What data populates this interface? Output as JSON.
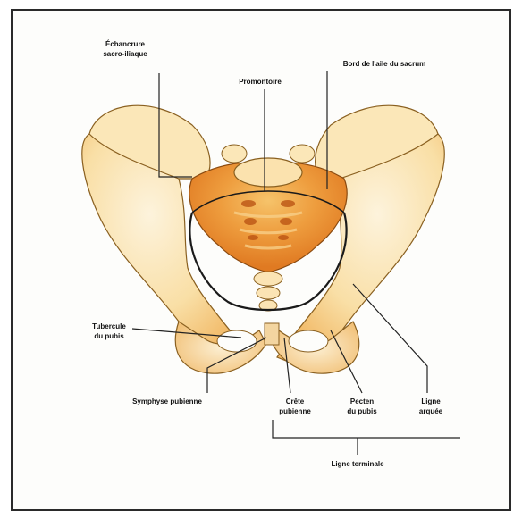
{
  "colors": {
    "bone_fill": "#f8dc9a",
    "bone_light": "#fbeac4",
    "bone_shade": "#ef9a3a",
    "sacrum_core": "#e8781a",
    "outline": "#6a4a1a",
    "ink": "#111111"
  },
  "labels": {
    "echancrure": "Échancrure\nsacro-iliaque",
    "promontoire": "Promontoire",
    "bord_aileron": "Bord de l'aile du sacrum",
    "tubercule": "Tubercule\ndu pubis",
    "symphyse": "Symphyse pubienne",
    "crete": "Crête\npubienne",
    "pecten": "Pecten\ndu pubis",
    "ligne_arquee": "Ligne\narquée",
    "ligne_terminale": "Ligne terminale"
  }
}
